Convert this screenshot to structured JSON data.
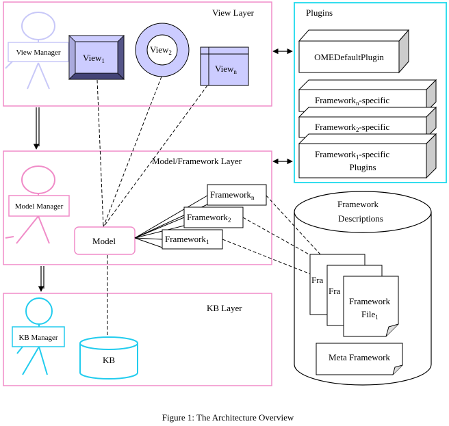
{
  "layers": {
    "view": "View Layer",
    "model": "Model/Framework Layer",
    "kb": "KB Layer"
  },
  "plugins": {
    "title": "Plugins",
    "default": "OMEDefaultPlugin",
    "fw_n": {
      "base": "Framework",
      "sub": "n",
      "tail": "-specific"
    },
    "fw_2": {
      "base": "Framework",
      "sub": "2",
      "tail": "-specific"
    },
    "fw_1": {
      "base": "Framework",
      "sub": "1",
      "tail": "-specific",
      "line2": "Plugins"
    }
  },
  "managers": {
    "view": "View Manager",
    "model": "Model Manager",
    "kb": "KB Manager"
  },
  "views": {
    "view1": {
      "base": "View",
      "sub": "1"
    },
    "view2": {
      "base": "View",
      "sub": "2"
    },
    "viewn": {
      "base": "View",
      "sub": "n"
    }
  },
  "model": "Model",
  "kb": "KB",
  "frameworks": {
    "n": {
      "base": "Framework",
      "sub": "n"
    },
    "two": {
      "base": "Framework",
      "sub": "2"
    },
    "one": {
      "base": "Framework",
      "sub": "1"
    }
  },
  "descriptions": {
    "line1": "Framework",
    "line2": "Descriptions",
    "file_back": "Fra",
    "file_front_line1": "Framework",
    "file_front_line2": {
      "base": "File",
      "sub": "1"
    },
    "meta": "Meta Framework"
  },
  "caption": "Figure 1: The Architecture  Overview",
  "colors": {
    "view_layer": "#f08cc8",
    "plugins_box": "#33ddee",
    "view_fill": "#ccccff",
    "view_manager": "#c8c8f8",
    "model_manager": "#f08cc8",
    "kb_manager": "#22ccee"
  }
}
